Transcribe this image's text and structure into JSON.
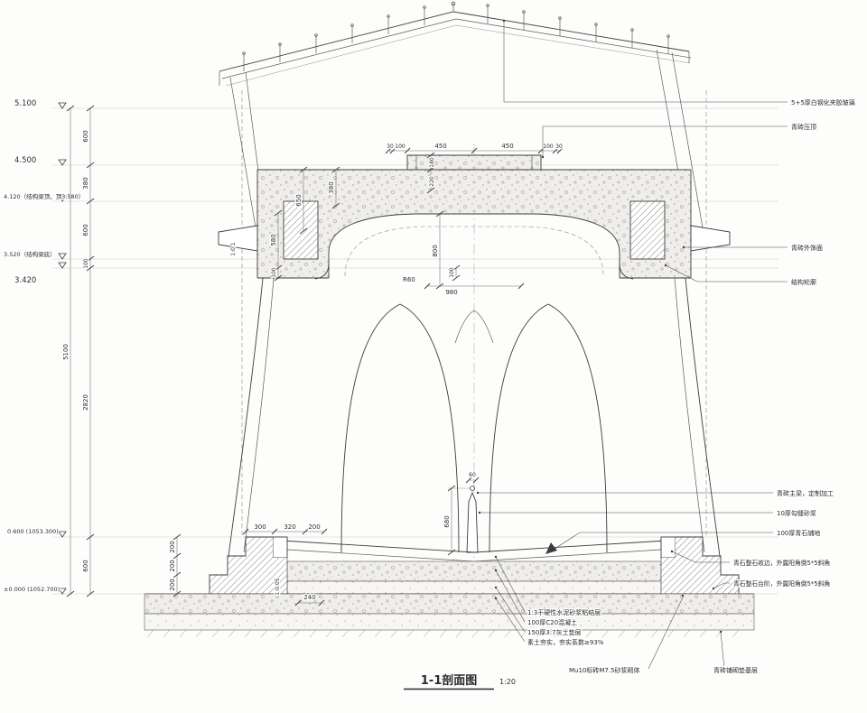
{
  "title": {
    "text": "1-1剖面图",
    "scale": "1:20"
  },
  "elevations": {
    "e5100": "5.100",
    "e4500": "4.500",
    "e4120": "4.120（结构梁顶，顶3.580）",
    "e3520": "3.520（结构梁底）",
    "e3420": "3.420",
    "e0600": "0.600 (1053.300)",
    "e0000": "±0.000 (1052.700)"
  },
  "dims": {
    "v600a": "600",
    "v380": "380",
    "v600b": "600",
    "v100": "100",
    "v5100": "5100",
    "v2820": "2820",
    "v600c": "600",
    "top": [
      "30",
      "100",
      "450",
      "450",
      "100",
      "30"
    ],
    "coping180": "180",
    "coping220": "220",
    "a650": "650",
    "a380": "380",
    "a800": "800",
    "a580": "580",
    "a100l": "100",
    "a100r": "100",
    "r60": "R60",
    "w980": "980",
    "slope_beam": "1:0.1",
    "slope_paving": "1:0.05",
    "f60": "60",
    "f680": "680",
    "p300": "300",
    "p320": "320",
    "p200": "200",
    "s200a": "200",
    "s200b": "200",
    "s200c": "200",
    "w240": "240"
  },
  "notes_right": [
    "5+5厚白钢化夹胶玻璃",
    "青砖压顶",
    "青砖外饰面",
    "结构轮廓",
    "青砖主梁，定制加工",
    "10厚勾缝砂浆",
    "100厚青石铺地",
    "青石整石收边，外露阳角倒5*5斜角",
    "青石整石台阶，外露阳角倒5*5斜角"
  ],
  "notes_ground": [
    "1:3干硬性水泥砂浆粘结层",
    "100厚C20混凝土",
    "150厚3:7灰土垫层",
    "素土夯实，夯实系数≥93%"
  ],
  "notes_footer": [
    "Mu10标砖M7.5砂浆砌体",
    "青砖铺砌垫基层"
  ]
}
